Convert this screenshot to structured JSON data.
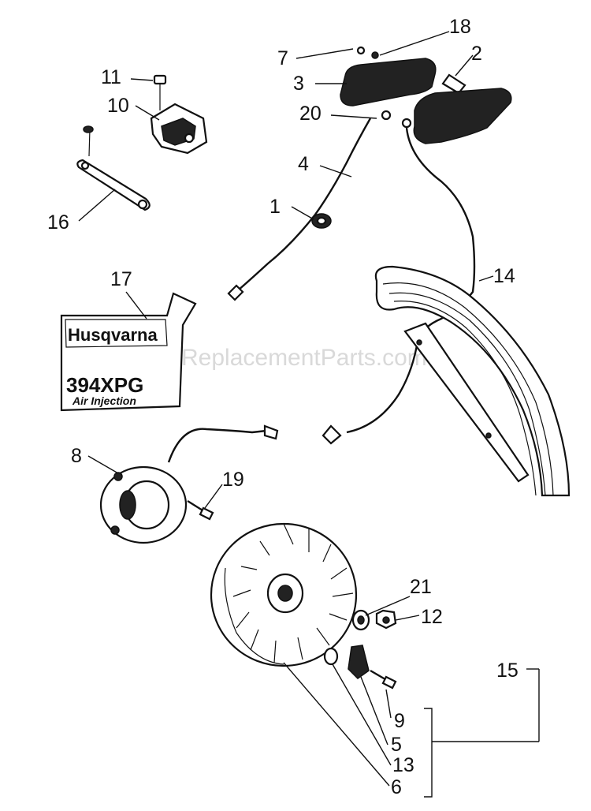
{
  "watermark": "ReplacementParts.com",
  "decal": {
    "brand": "Husqvarna",
    "model": "394XPG",
    "subtitle": "Air Injection"
  },
  "callouts": {
    "c1": "1",
    "c2": "2",
    "c3": "3",
    "c4": "4",
    "c5": "5",
    "c6": "6",
    "c7": "7",
    "c8": "8",
    "c9": "9",
    "c10": "10",
    "c11": "11",
    "c12": "12",
    "c13": "13",
    "c14": "14",
    "c15": "15",
    "c16": "16",
    "c17": "17",
    "c18": "18",
    "c19": "19",
    "c20": "20",
    "c21": "21"
  }
}
